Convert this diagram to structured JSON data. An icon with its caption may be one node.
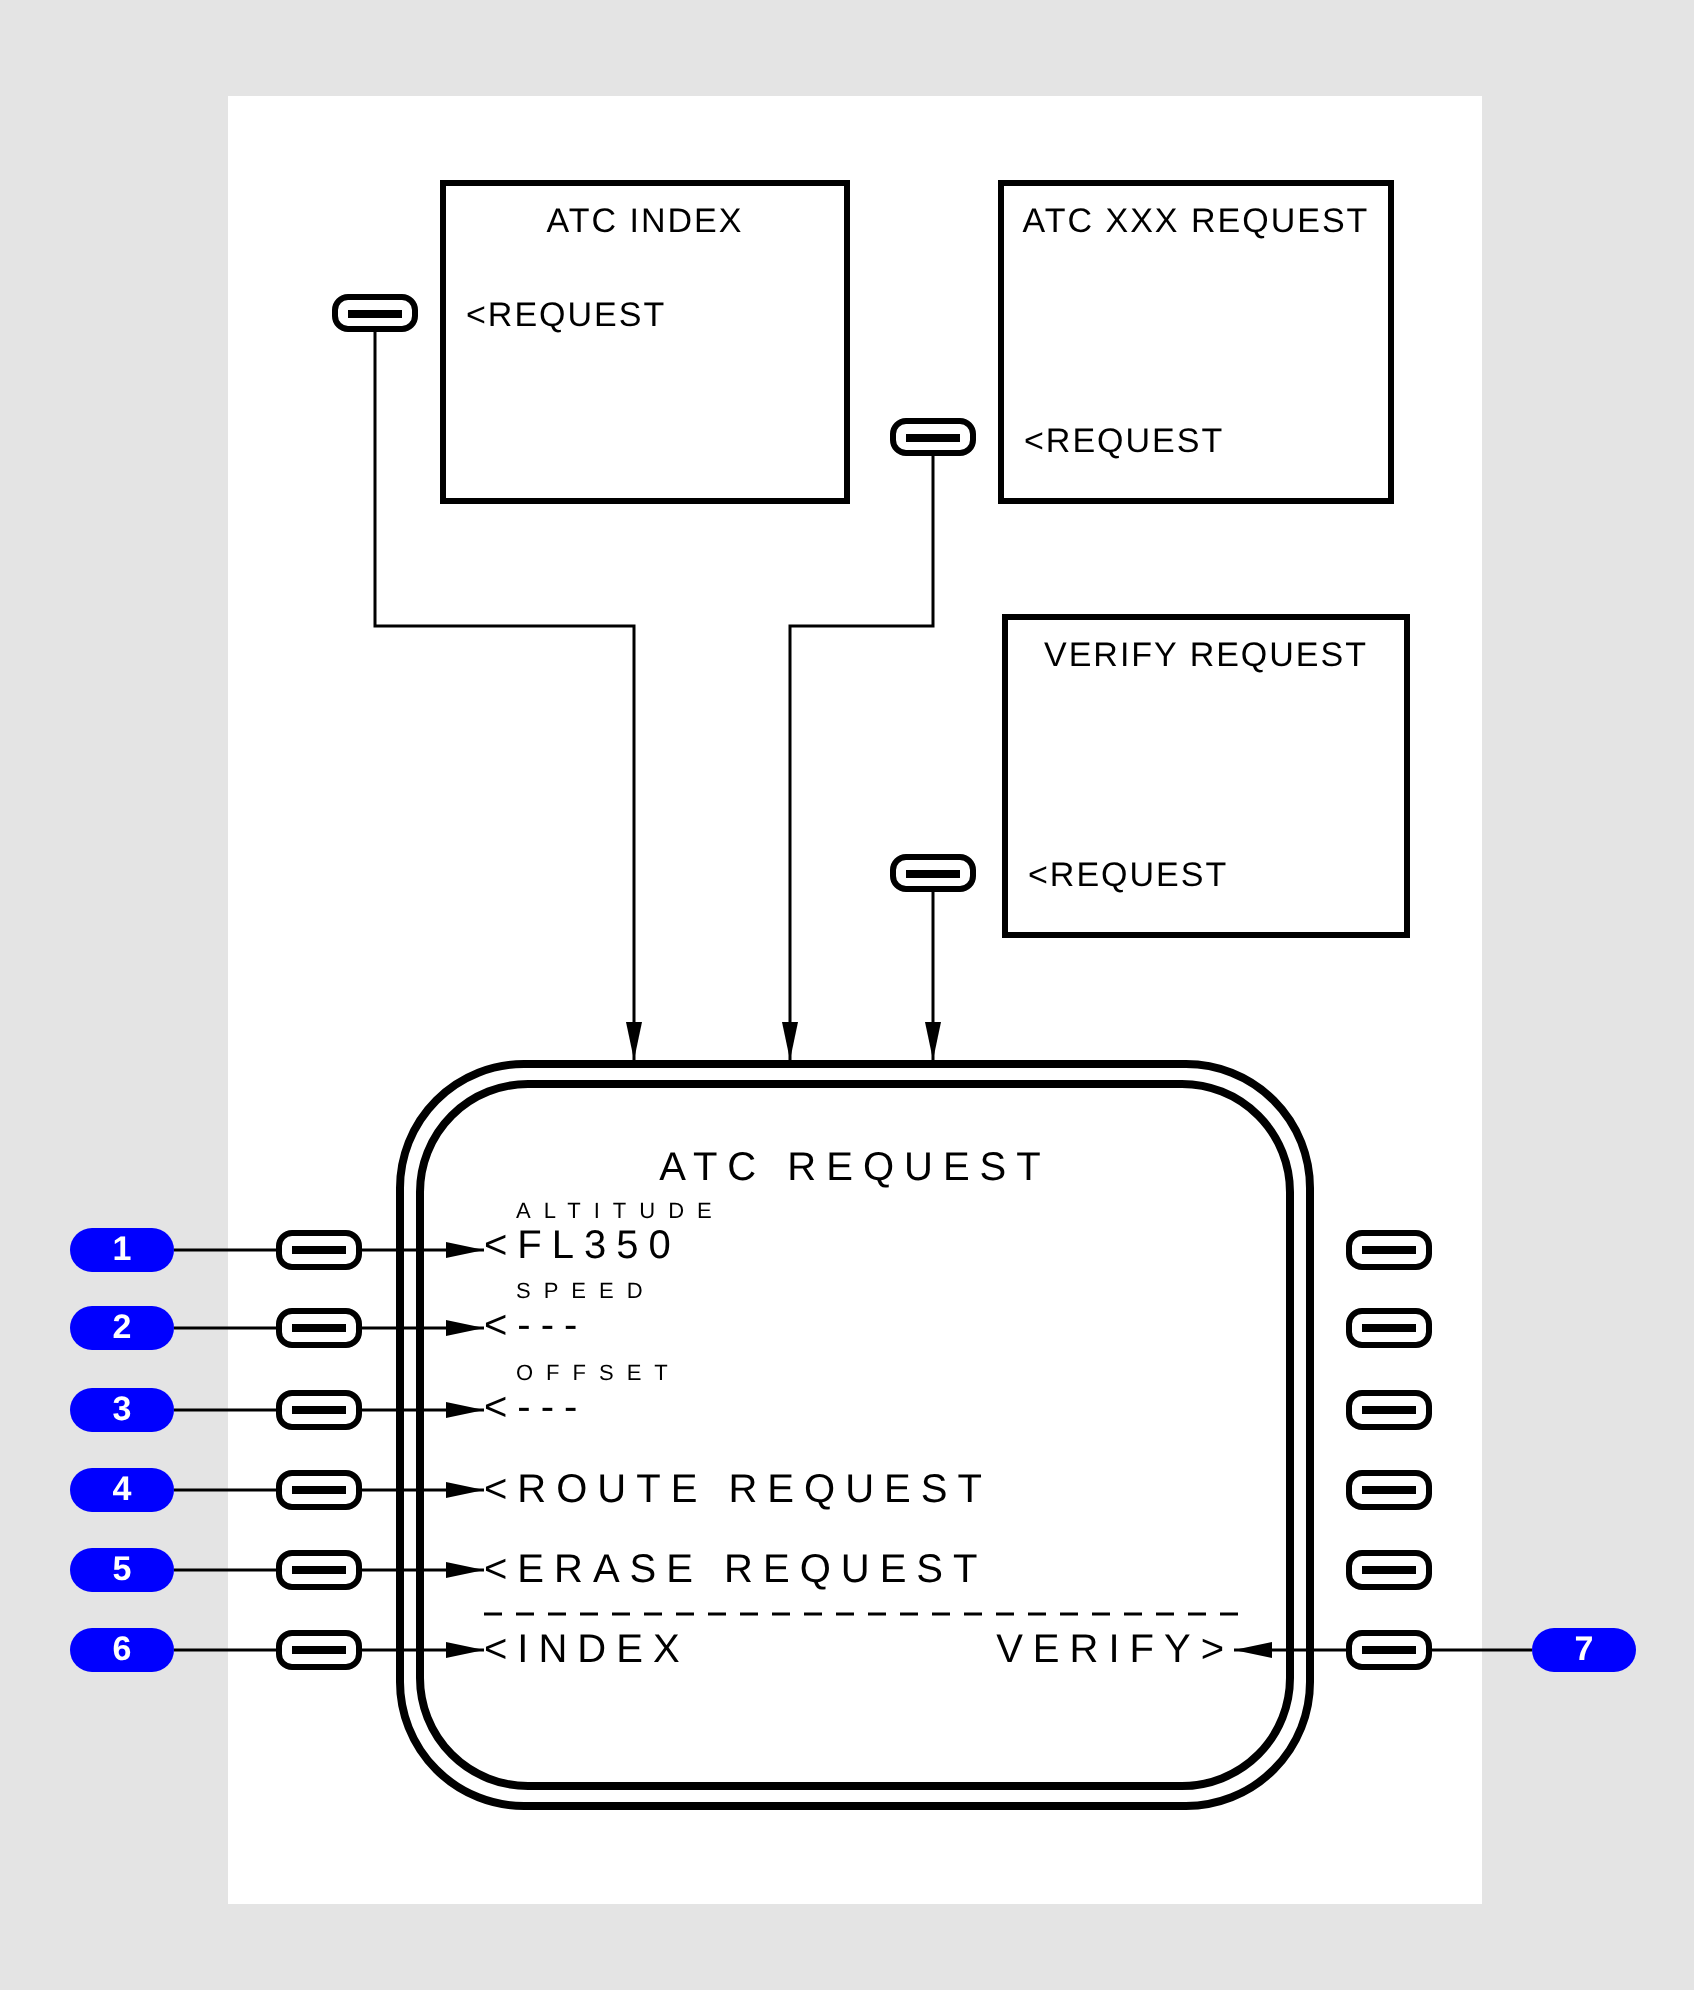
{
  "diagram": {
    "nodes": [
      {
        "text": [
          "ATC INDEX",
          "<REQUEST"
        ]
      },
      {
        "text": [
          "ATC XXX REQUEST",
          "<REQUEST"
        ]
      },
      {
        "text": [
          "VERIFY REQUEST",
          "<REQUEST"
        ]
      },
      {
        "text": [],
        "shape": "key"
      },
      {
        "text": [],
        "shape": "key"
      },
      {
        "text": [],
        "shape": "key"
      },
      {
        "text": [
          "ATC REQUEST"
        ]
      },
      {
        "text": [
          "ALTITUDE",
          "<FL350"
        ],
        "in": 6
      },
      {
        "text": [
          "SPEED",
          "<---"
        ],
        "in": 6
      },
      {
        "text": [
          "OFFSET",
          "<---"
        ],
        "in": 6
      },
      {
        "text": [
          "<ROUTE REQUEST"
        ],
        "in": 6
      },
      {
        "text": [
          "<ERASE REQUEST"
        ],
        "in": 6
      },
      {
        "text": [
          "<INDEX"
        ],
        "in": 6
      },
      {
        "text": [
          "VERIFY>"
        ],
        "in": 6
      },
      {
        "text": [
          "1"
        ]
      },
      {
        "text": [
          "2"
        ]
      },
      {
        "text": [
          "3"
        ]
      },
      {
        "text": [
          "4"
        ]
      },
      {
        "text": [
          "5"
        ]
      },
      {
        "text": [
          "6"
        ]
      },
      {
        "text": [
          "7"
        ]
      },
      {
        "text": [],
        "shape": "key"
      },
      {
        "text": [],
        "shape": "key"
      },
      {
        "text": [],
        "shape": "key"
      },
      {
        "text": [],
        "shape": "key"
      },
      {
        "text": [],
        "shape": "key"
      },
      {
        "text": [],
        "shape": "key"
      },
      {
        "text": [],
        "shape": "key"
      },
      {
        "text": [],
        "shape": "key"
      },
      {
        "text": [],
        "shape": "key"
      },
      {
        "text": [],
        "shape": "key"
      },
      {
        "text": [],
        "shape": "key"
      },
      {
        "text": [],
        "shape": "key"
      }
    ],
    "edges": [
      {
        "from": 3,
        "to": 6,
        "arrow": "to"
      },
      {
        "from": 4,
        "to": 6,
        "arrow": "to"
      },
      {
        "from": 5,
        "to": 6,
        "arrow": "to"
      },
      {
        "from": 14,
        "to": 21,
        "arrow": "none"
      },
      {
        "from": 21,
        "to": 7,
        "arrow": "to"
      },
      {
        "from": 15,
        "to": 22,
        "arrow": "none"
      },
      {
        "from": 22,
        "to": 8,
        "arrow": "to"
      },
      {
        "from": 16,
        "to": 23,
        "arrow": "none"
      },
      {
        "from": 23,
        "to": 9,
        "arrow": "to"
      },
      {
        "from": 17,
        "to": 24,
        "arrow": "none"
      },
      {
        "from": 24,
        "to": 10,
        "arrow": "to"
      },
      {
        "from": 18,
        "to": 25,
        "arrow": "none"
      },
      {
        "from": 25,
        "to": 11,
        "arrow": "to"
      },
      {
        "from": 19,
        "to": 26,
        "arrow": "none"
      },
      {
        "from": 26,
        "to": 12,
        "arrow": "to"
      },
      {
        "from": 20,
        "to": 32,
        "arrow": "none"
      },
      {
        "from": 32,
        "to": 13,
        "arrow": "to"
      }
    ]
  }
}
